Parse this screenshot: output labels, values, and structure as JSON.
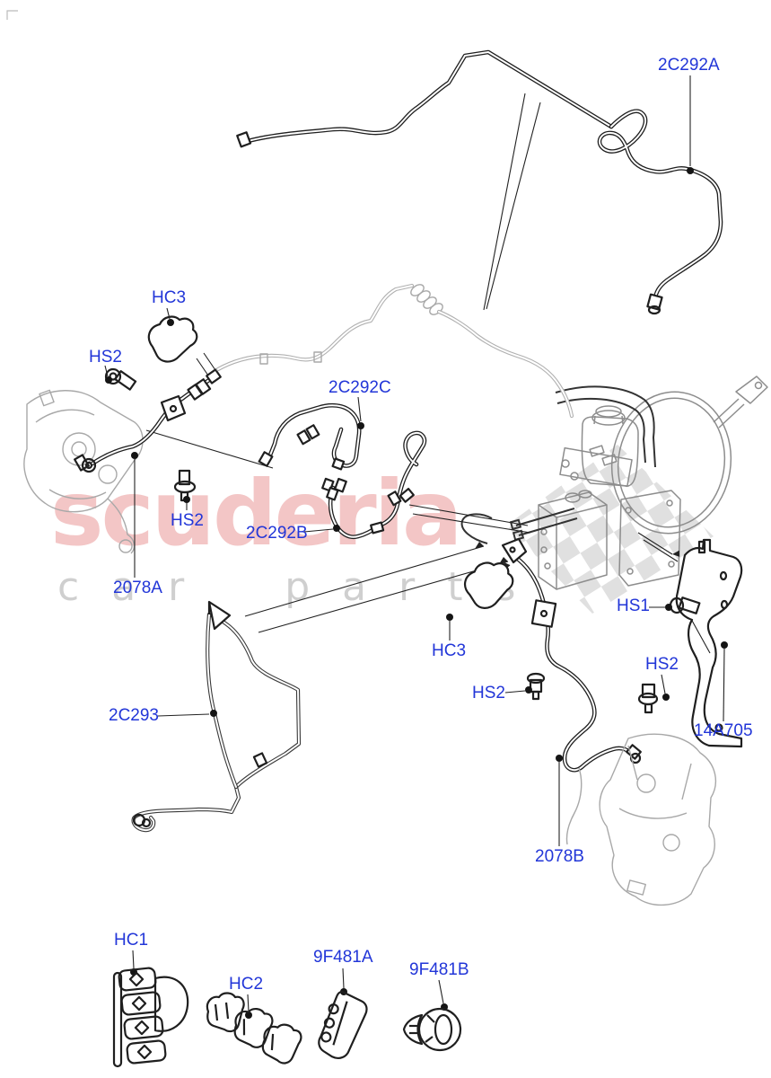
{
  "watermark": {
    "line1": "scuderia",
    "line2": "car parts",
    "color_primary": "#f3c6c6",
    "color_secondary": "#cfcfcf"
  },
  "label_color": "#2236d8",
  "labels": [
    {
      "id": "2C292A-callout",
      "text": "2C292A"
    },
    {
      "id": "HC3-callout-1",
      "text": "HC3"
    },
    {
      "id": "HS2-callout-1",
      "text": "HS2"
    },
    {
      "id": "2C292C-callout",
      "text": "2C292C"
    },
    {
      "id": "HS2-callout-2",
      "text": "HS2"
    },
    {
      "id": "2C292B-callout",
      "text": "2C292B"
    },
    {
      "id": "2078A-callout",
      "text": "2078A"
    },
    {
      "id": "2C293-callout",
      "text": "2C293"
    },
    {
      "id": "HC3-callout-2",
      "text": "HC3"
    },
    {
      "id": "HS2-callout-3",
      "text": "HS2"
    },
    {
      "id": "HS1-callout",
      "text": "HS1"
    },
    {
      "id": "HS2-callout-4",
      "text": "HS2"
    },
    {
      "id": "14A705-callout",
      "text": "14A705"
    },
    {
      "id": "2078B-callout",
      "text": "2078B"
    },
    {
      "id": "HC1-callout",
      "text": "HC1"
    },
    {
      "id": "HC2-callout",
      "text": "HC2"
    },
    {
      "id": "9F481A-callout",
      "text": "9F481A"
    },
    {
      "id": "9F481B-callout",
      "text": "9F481B"
    }
  ]
}
